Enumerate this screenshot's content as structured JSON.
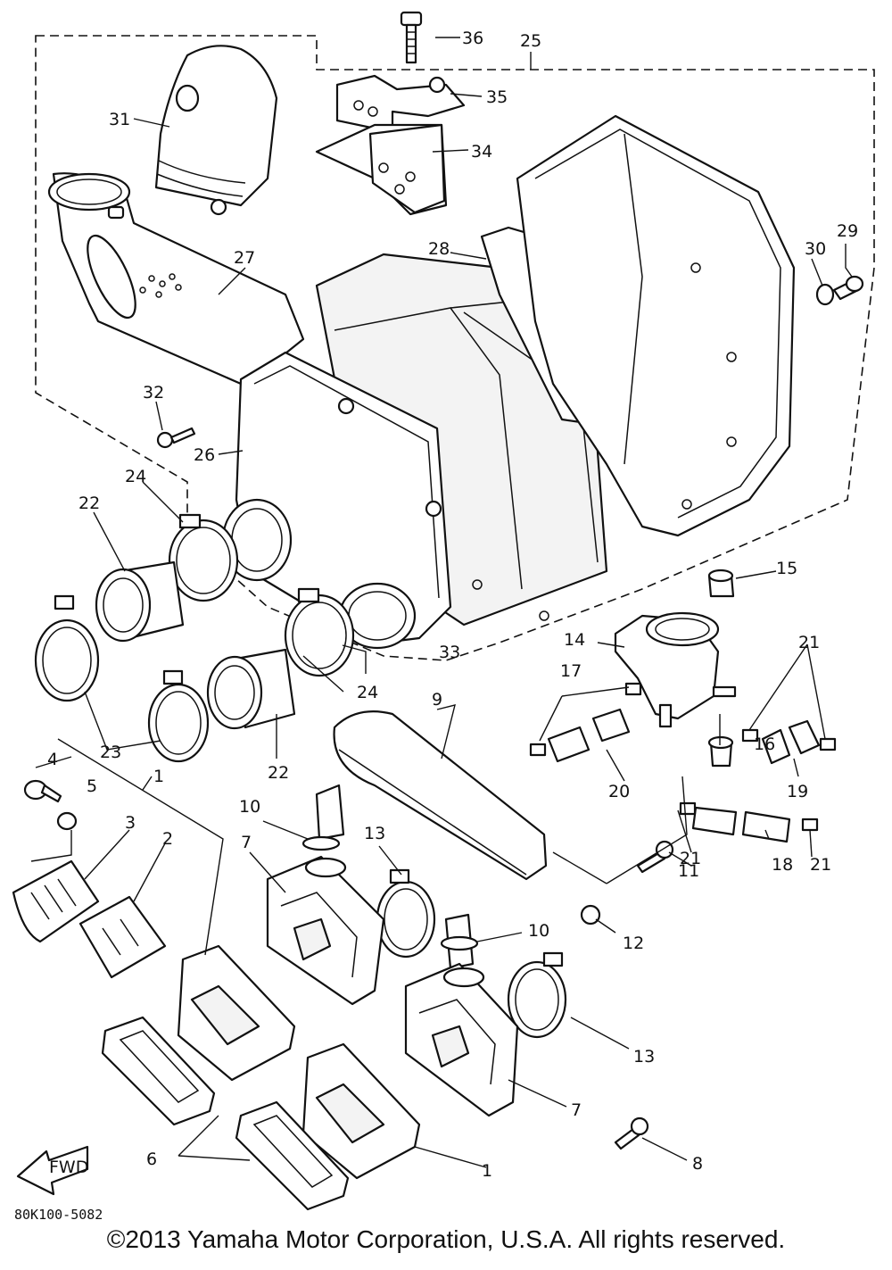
{
  "diagram": {
    "labels": {
      "p1a": "1",
      "p1b": "1",
      "p2": "2",
      "p3": "3",
      "p4": "4",
      "p5": "5",
      "p6": "6",
      "p7a": "7",
      "p7b": "7",
      "p8": "8",
      "p9": "9",
      "p10a": "10",
      "p10b": "10",
      "p11": "11",
      "p12": "12",
      "p13a": "13",
      "p13b": "13",
      "p14": "14",
      "p15": "15",
      "p16": "16",
      "p17": "17",
      "p18": "18",
      "p19": "19",
      "p20": "20",
      "p21a": "21",
      "p21b": "21",
      "p21c": "21",
      "p22a": "22",
      "p22b": "22",
      "p23": "23",
      "p24a": "24",
      "p24b": "24",
      "p25": "25",
      "p26": "26",
      "p27": "27",
      "p28": "28",
      "p29": "29",
      "p30": "30",
      "p31": "31",
      "p32": "32",
      "p33": "33",
      "p34": "34",
      "p35": "35",
      "p36": "36"
    },
    "fwd_arrow": "FWD",
    "drawing_code": "80K100-5082"
  },
  "footer": {
    "copyright": "©2013 Yamaha Motor Corporation, U.S.A. All rights reserved."
  }
}
